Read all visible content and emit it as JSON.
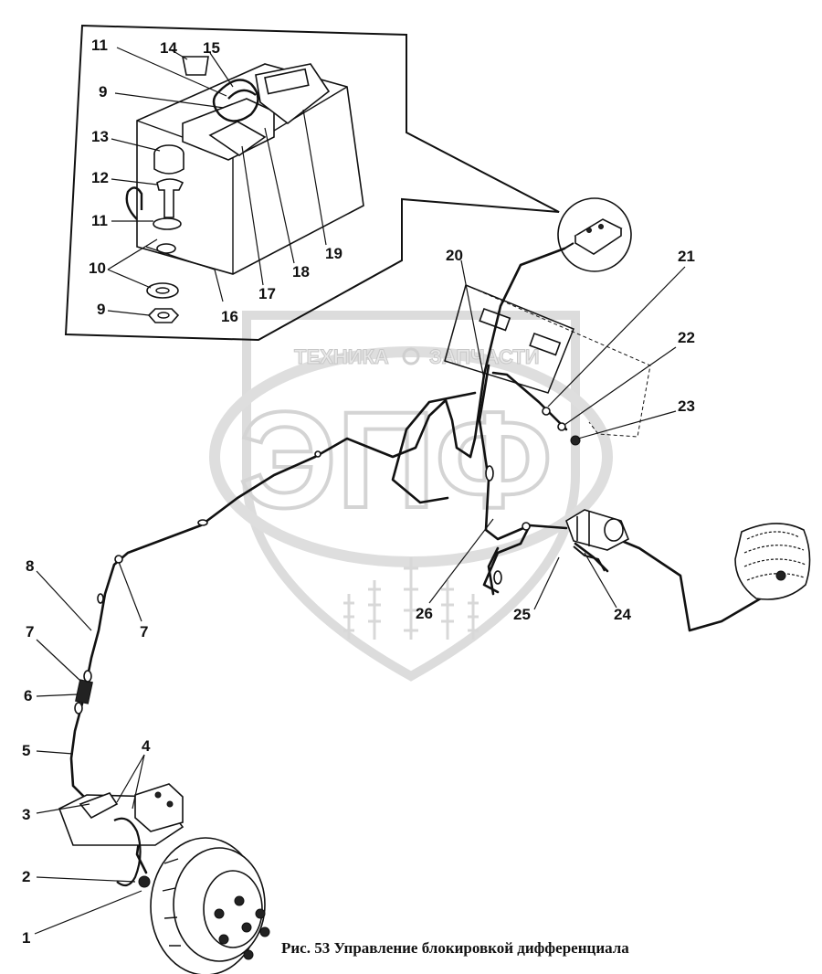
{
  "watermark": {
    "left_word": "ТЕХНИКА",
    "right_word": "ЗАПЧАСТИ",
    "big_letters": "ЭПФ"
  },
  "caption": "Рис. 53  Управление блокировкой дифференциала",
  "callouts": {
    "n1": "1",
    "n2": "2",
    "n3": "3",
    "n4": "4",
    "n5": "5",
    "n6": "6",
    "n7a": "7",
    "n7b": "7",
    "n8": "8",
    "n9a": "9",
    "n9b": "9",
    "n10": "10",
    "n11a": "11",
    "n11b": "11",
    "n12": "12",
    "n13": "13",
    "n14": "14",
    "n15": "15",
    "n16": "16",
    "n17": "17",
    "n18": "18",
    "n19": "19",
    "n20": "20",
    "n21": "21",
    "n22": "22",
    "n23": "23",
    "n24": "24",
    "n25": "25",
    "n26": "26"
  }
}
